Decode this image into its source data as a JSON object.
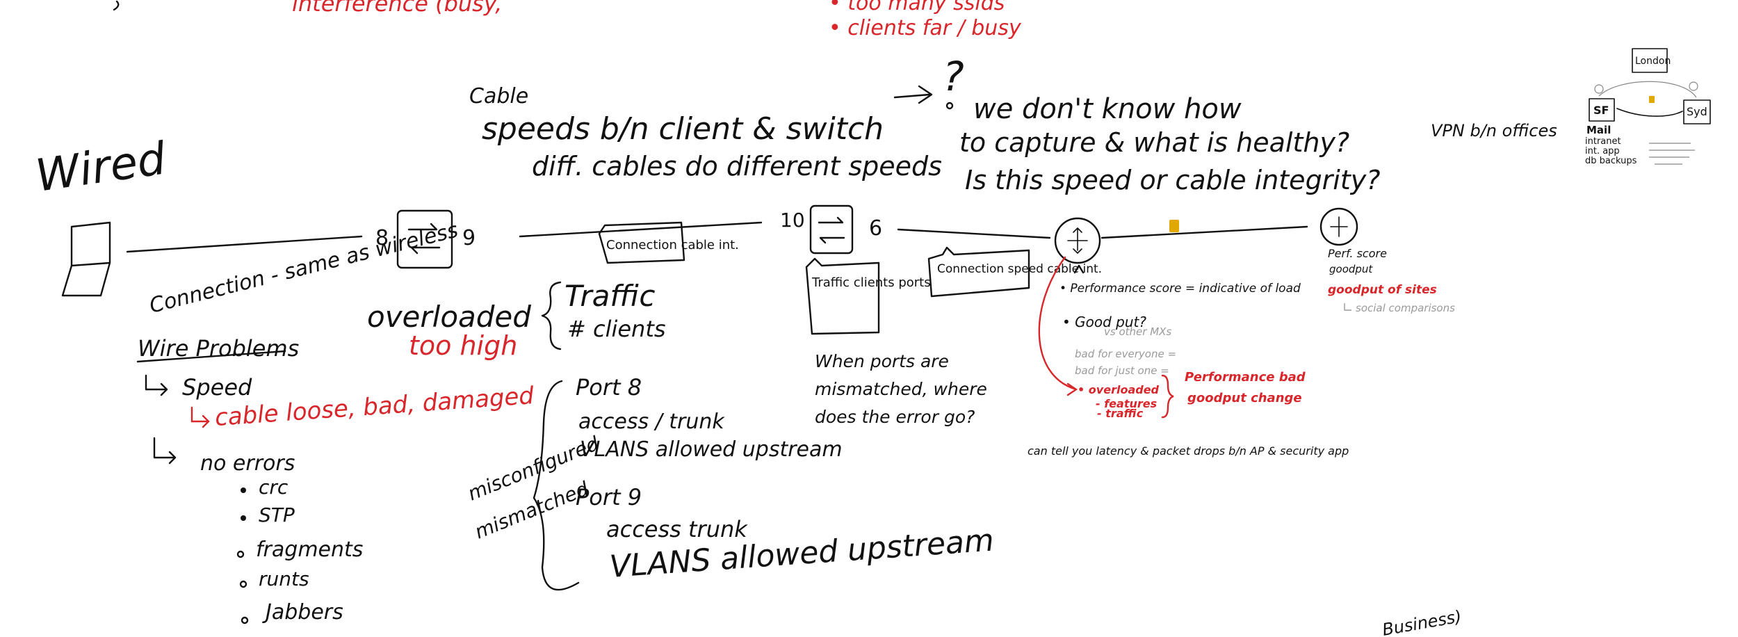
{
  "top_notes": {
    "interference": "interference (busy,",
    "too_many_ssids": "• too many ssids",
    "clients_far_busy": "• clients far / busy"
  },
  "title": "Wired",
  "cable_section": {
    "cable_label": "Cable",
    "speeds": "speeds b/n client & switch",
    "diff_cables": "diff. cables do different speeds",
    "arrow_q": "?",
    "we_dont_know": "we don't know how",
    "to_capture": "to capture & what is healthy?",
    "is_this_speed": "Is this speed or cable integrity?"
  },
  "vpn": "VPN b/n offices",
  "ports": {
    "port_8": "8",
    "port_9": "9",
    "port_10": "10",
    "port_6": "6"
  },
  "callouts": {
    "connection_cable": "Connection cable int.",
    "traffic_clients_ports": "Traffic clients ports",
    "connection_speed": "Connection speed cable int."
  },
  "left_notes": {
    "connection": "Connection - same as wireless",
    "wire_problems": "Wire Problems",
    "speed": "Speed",
    "cable_loose": "cable loose, bad, damaged",
    "no_errors": "no errors",
    "errors": [
      "crc",
      "STP",
      "fragments",
      "runts",
      "Jabbers"
    ]
  },
  "overloaded": {
    "overloaded": "overloaded",
    "too_high": "too high"
  },
  "traffic_notes": {
    "traffic": "Traffic",
    "clients": "# clients"
  },
  "misconfig": {
    "misconfigured": "misconfigured",
    "mismatched": "mismatched",
    "port8": "Port 8",
    "access_trunk_1": "access / trunk",
    "vlans_1": "VLANS allowed upstream",
    "port9": "Port 9",
    "access_trunk_2": "access trunk",
    "vlans_2": "VLANS allowed upstream"
  },
  "ports_mismatch": "When ports are mismatched, where does the error go?",
  "mx_notes": {
    "performance": "• Performance score = indicative of load",
    "goodput": "• Good put?",
    "other_mxs": "vs other MXs",
    "bad_everyone": "bad for everyone =",
    "bad_just_one": "bad for just one =",
    "overloaded": "• overloaded",
    "features": "- features",
    "traffic": "- traffic",
    "perf_bad": "Performance bad",
    "goodput_change": "goodput change",
    "latency": "can tell you latency & packet drops b/n AP & security app"
  },
  "right_notes": {
    "perf_score": "Perf. score",
    "goodput": "goodput",
    "goodput_sites": "goodput of sites",
    "social": "social comparisons"
  },
  "mini_map": {
    "london": "London",
    "sf": "SF",
    "syd": "Syd",
    "mail": "Mail",
    "intranet": "intranet",
    "int_app": "int. app",
    "db_backups": "db backups"
  },
  "bottom_right": "Business)"
}
